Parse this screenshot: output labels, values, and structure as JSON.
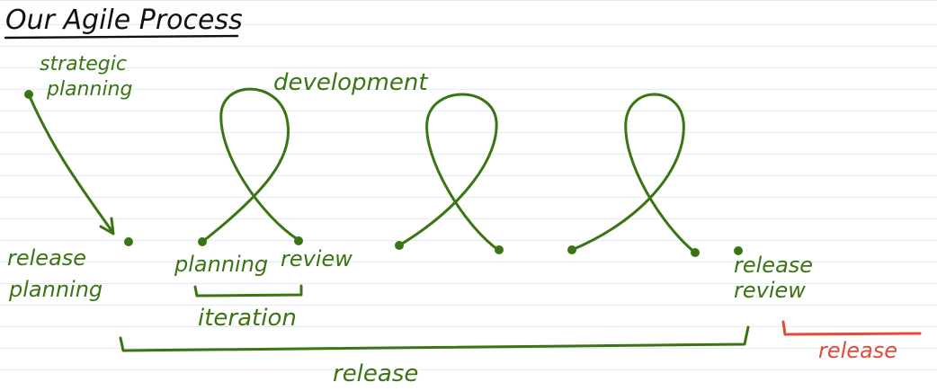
{
  "title": "Our Agile Process",
  "labels": {
    "strategic_planning": [
      "strategic",
      "planning"
    ],
    "release_planning": [
      "release",
      "planning"
    ],
    "development": "development",
    "planning": "planning",
    "review": "review",
    "iteration": "iteration",
    "release_review": [
      "release",
      "review"
    ],
    "release_bottom": "release",
    "release_red": "release"
  },
  "colors": {
    "green": "#3b7513",
    "red": "#e24a3b",
    "black": "#111111"
  }
}
